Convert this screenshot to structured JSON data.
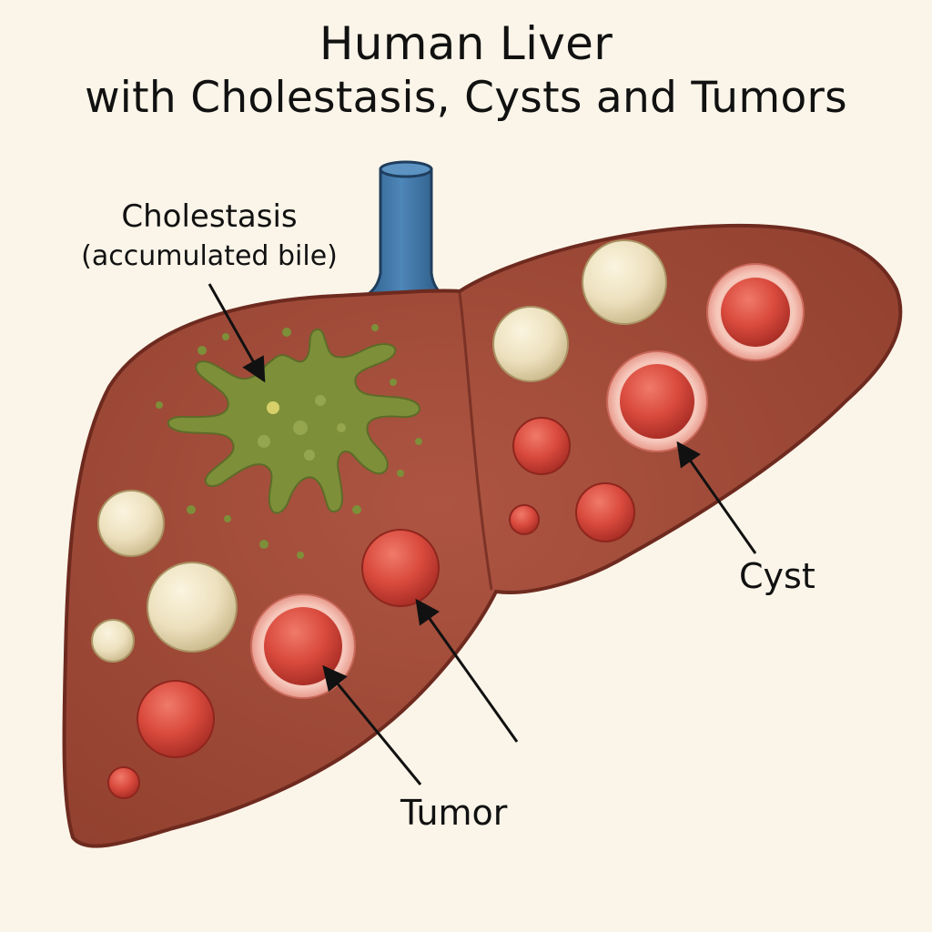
{
  "title": {
    "line1": "Human Liver",
    "line2": "with Cholestasis, Cysts and Tumors"
  },
  "labels": {
    "cholestasis_line1": "Cholestasis",
    "cholestasis_line2": "(accumulated bile)",
    "cyst": "Cyst",
    "tumor": "Tumor"
  },
  "colors": {
    "background": "#fbf5e9",
    "liver": "#a24a37",
    "liver_outline": "#6e2a1f",
    "vessel": "#3f73a3",
    "bile": "#7e8f3a",
    "cyst": "#efe3c2",
    "tumor": "#d6483c"
  }
}
